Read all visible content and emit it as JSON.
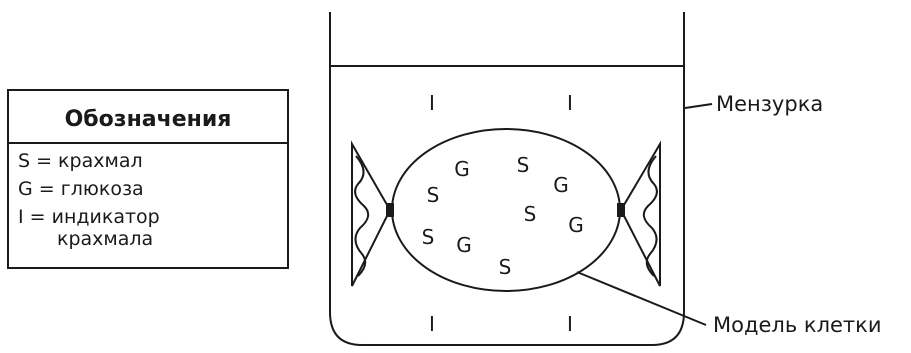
{
  "legend": {
    "title": "Обозначения",
    "items": [
      "S = крахмал",
      "G = глюкоза",
      "I = индикатор",
      "крахмала"
    ]
  },
  "labels": {
    "beaker": "Мензурка",
    "cell_model": "Модель клетки"
  },
  "molecules": {
    "starch": "S",
    "glucose": "G",
    "indicator": "I"
  }
}
